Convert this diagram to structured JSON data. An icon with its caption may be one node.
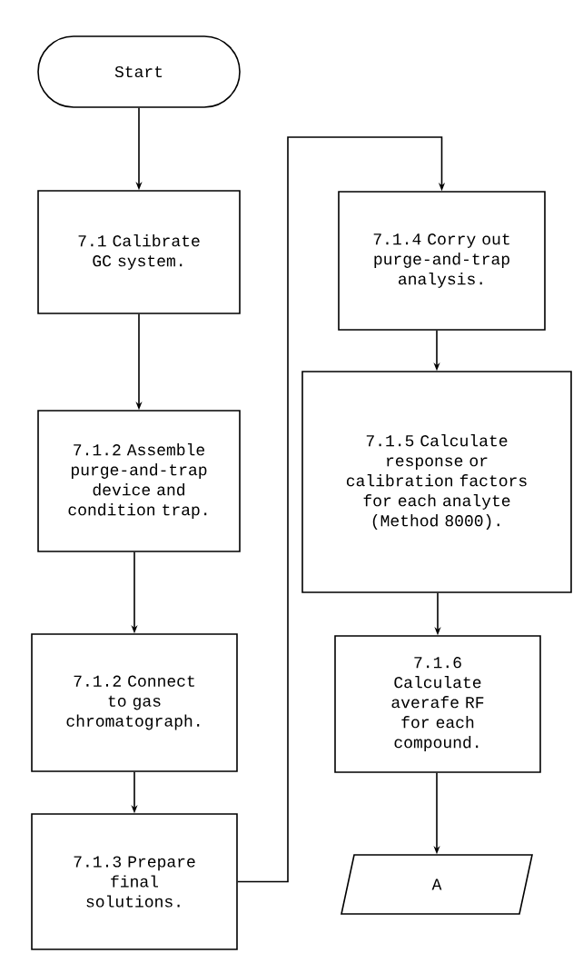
{
  "diagram": {
    "nodes": [
      {
        "text": [
          "Start"
        ]
      },
      {
        "text": [
          "7.1 Calibrate GC system."
        ]
      },
      {
        "text": [
          "7.1.2 Assemble purge-and-trap device and condition trap."
        ]
      },
      {
        "text": [
          "7.1.2 Connect to gas chromatograph."
        ]
      },
      {
        "text": [
          "7.1.3 Prepare final solutions."
        ]
      },
      {
        "text": [
          "7.1.4 Corry out purge-and-trap analysis."
        ]
      },
      {
        "text": [
          "7.1.5 Calculate response or calibration factors for each analyte (Method 8000)."
        ]
      },
      {
        "text": [
          "7.1.6 Calculate averafe RF for each compound."
        ]
      },
      {
        "text": [
          "A"
        ]
      }
    ],
    "edges": [
      {
        "from": 0,
        "to": 1,
        "arrow": "to"
      },
      {
        "from": 1,
        "to": 2,
        "arrow": "to"
      },
      {
        "from": 2,
        "to": 3,
        "arrow": "to"
      },
      {
        "from": 3,
        "to": 4,
        "arrow": "to"
      },
      {
        "from": 4,
        "to": 5,
        "arrow": "to"
      },
      {
        "from": 5,
        "to": 6,
        "arrow": "to"
      },
      {
        "from": 6,
        "to": 7,
        "arrow": "to"
      },
      {
        "from": 7,
        "to": 8,
        "arrow": "to"
      }
    ]
  }
}
